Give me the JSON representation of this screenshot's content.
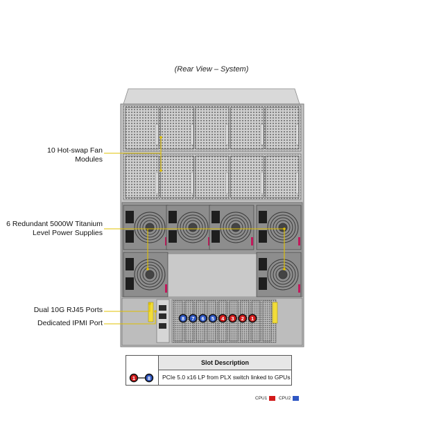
{
  "caption": "(Rear View – System)",
  "callouts": {
    "fans": [
      "10 Hot-swap Fan",
      "Modules"
    ],
    "psu": [
      "6 Redundant 5000W Titanium",
      "Level Power Supplies"
    ],
    "lan": "Dual 10G RJ45 Ports",
    "ipmi": "Dedicated IPMI Port"
  },
  "slots": {
    "labels": [
      "8",
      "7",
      "6",
      "5",
      "4",
      "3",
      "2",
      "1"
    ],
    "cpu": [
      "cpu2",
      "cpu2",
      "cpu2",
      "cpu2",
      "cpu1",
      "cpu1",
      "cpu1",
      "cpu1"
    ]
  },
  "slot_table": {
    "header": "Slot Description",
    "range_start": "1",
    "range_end": "8",
    "description": "PCIe 5.0 x16 LP from PLX switch linked to GPUs"
  },
  "legend": {
    "cpu1_label": "CPU1",
    "cpu2_label": "CPU2"
  },
  "colors": {
    "cpu1": "#d21a1a",
    "cpu2": "#2f57c4",
    "callout_line": "#e0c000"
  }
}
